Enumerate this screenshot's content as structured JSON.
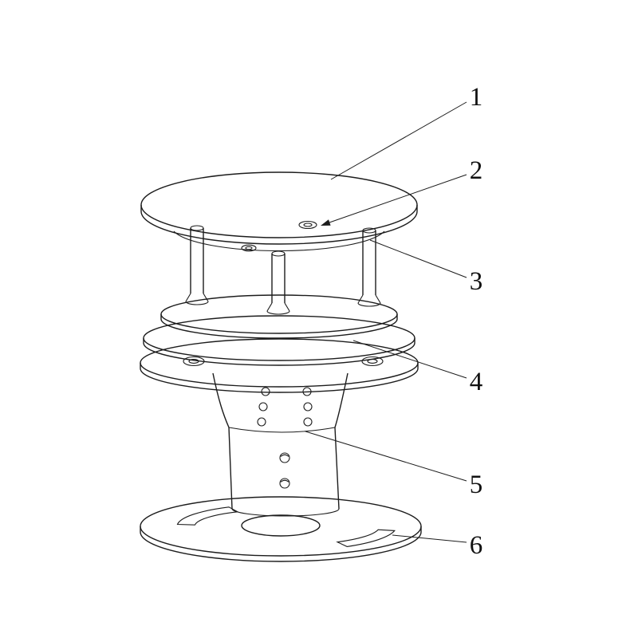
{
  "diagram": {
    "kind": "technical-line-drawing",
    "subject": "cylindrical-sensor-assembly-exploded-view",
    "colors": {
      "background": "#ffffff",
      "line": "#1c1c1c",
      "text": "#111111"
    },
    "callouts": [
      {
        "label": "1"
      },
      {
        "label": "2"
      },
      {
        "label": "3"
      },
      {
        "label": "4"
      },
      {
        "label": "5"
      },
      {
        "label": "6"
      }
    ]
  }
}
